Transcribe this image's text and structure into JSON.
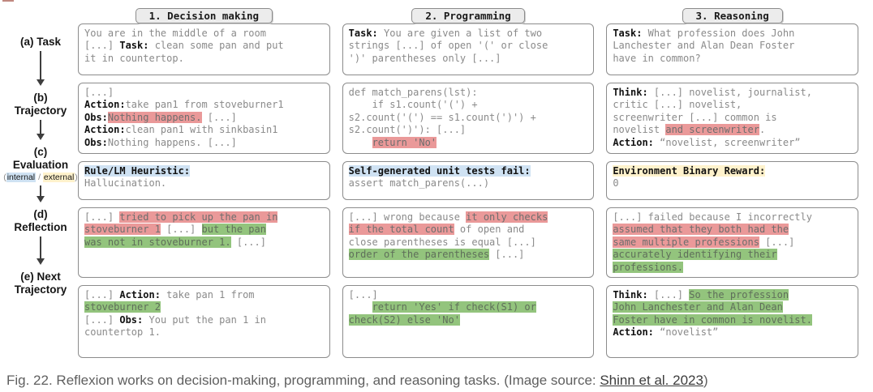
{
  "figure": {
    "row_labels": {
      "a": "(a) Task",
      "b1": "(b)",
      "b2": "Trajectory",
      "c1": "(c)",
      "c2": "Evaluation",
      "c_sub": [
        {
          "s": "plain",
          "t": "("
        },
        {
          "s": "blue",
          "t": "internal"
        },
        {
          "s": "plain",
          "t": " / "
        },
        {
          "s": "yellow",
          "t": "external"
        },
        {
          "s": "plain",
          "t": ")"
        }
      ],
      "d1": "(d)",
      "d2": "Reflection",
      "e1": "(e) Next",
      "e2": "Trajectory"
    },
    "columns": [
      {
        "header": "1. Decision making",
        "task": [
          {
            "s": "plain",
            "t": "You are in the middle of a room\n[...] "
          },
          {
            "s": "bold",
            "t": "Task:"
          },
          {
            "s": "plain",
            "t": " clean some pan and put\nit in countertop."
          }
        ],
        "trajectory": [
          {
            "s": "plain",
            "t": "[...]\n"
          },
          {
            "s": "bold",
            "t": "Action:"
          },
          {
            "s": "plain",
            "t": "take pan1 from stoveburner1\n"
          },
          {
            "s": "bold",
            "t": "Obs:"
          },
          {
            "s": "red",
            "t": "Nothing happens."
          },
          {
            "s": "plain",
            "t": " [...]\n"
          },
          {
            "s": "bold",
            "t": "Action:"
          },
          {
            "s": "plain",
            "t": "clean pan1 with sinkbasin1\n"
          },
          {
            "s": "bold",
            "t": "Obs:"
          },
          {
            "s": "plain",
            "t": "Nothing happens. [...]"
          }
        ],
        "evaluation": [
          {
            "s": "bold blue",
            "t": "Rule/LM Heuristic:"
          },
          {
            "s": "plain",
            "t": "\nHallucination."
          }
        ],
        "reflection": [
          {
            "s": "plain",
            "t": "[...] "
          },
          {
            "s": "red",
            "t": "tried to pick up the pan in\nstoveburner 1"
          },
          {
            "s": "plain",
            "t": " [...] "
          },
          {
            "s": "green",
            "t": "but the pan\nwas not in stoveburner 1."
          },
          {
            "s": "plain",
            "t": " [...]"
          }
        ],
        "next_trajectory": [
          {
            "s": "plain",
            "t": "[...] "
          },
          {
            "s": "bold",
            "t": "Action:"
          },
          {
            "s": "plain",
            "t": " take pan 1 from\n"
          },
          {
            "s": "green",
            "t": "stoveburner 2"
          },
          {
            "s": "plain",
            "t": "\n[...] "
          },
          {
            "s": "bold",
            "t": "Obs:"
          },
          {
            "s": "plain",
            "t": " You put the pan 1 in\ncountertop 1."
          }
        ]
      },
      {
        "header": "2. Programming",
        "task": [
          {
            "s": "bold",
            "t": "Task:"
          },
          {
            "s": "plain",
            "t": " You are given a list of two\nstrings [...] of open '(' or close\n')' parentheses only [...]"
          }
        ],
        "trajectory": [
          {
            "s": "plain",
            "t": "def match_parens(lst):\n    if s1.count('(') +\ns2.count('(') == s1.count(')') +\ns2.count(')'): [...]\n    "
          },
          {
            "s": "red",
            "t": "return 'No'"
          }
        ],
        "evaluation": [
          {
            "s": "bold blue",
            "t": "Self-generated unit tests fail:"
          },
          {
            "s": "plain",
            "t": "\nassert match_parens(...)"
          }
        ],
        "reflection": [
          {
            "s": "plain",
            "t": "[...] wrong because "
          },
          {
            "s": "red",
            "t": "it only checks\nif the total count"
          },
          {
            "s": "plain",
            "t": " of open and\nclose parentheses is equal [...]\n"
          },
          {
            "s": "green",
            "t": "order of the parentheses"
          },
          {
            "s": "plain",
            "t": " [...]"
          }
        ],
        "next_trajectory": [
          {
            "s": "plain",
            "t": "[...]\n    "
          },
          {
            "s": "green",
            "t": "return 'Yes' if check(S1) or\ncheck(S2) else 'No'"
          }
        ]
      },
      {
        "header": "3. Reasoning",
        "task": [
          {
            "s": "bold",
            "t": "Task:"
          },
          {
            "s": "plain",
            "t": " What profession does John\nLanchester and Alan Dean Foster\nhave in common?"
          }
        ],
        "trajectory": [
          {
            "s": "bold",
            "t": "Think:"
          },
          {
            "s": "plain",
            "t": " [...] novelist, journalist,\ncritic [...] novelist,\nscreenwriter [...] common is\nnovelist "
          },
          {
            "s": "red",
            "t": "and screenwriter"
          },
          {
            "s": "plain",
            "t": ".\n"
          },
          {
            "s": "bold",
            "t": "Action:"
          },
          {
            "s": "plain",
            "t": " “novelist, screenwriter”"
          }
        ],
        "evaluation": [
          {
            "s": "bold yellow",
            "t": "Environment Binary Reward:"
          },
          {
            "s": "plain",
            "t": "\n0"
          }
        ],
        "reflection": [
          {
            "s": "plain",
            "t": "[...] failed because I incorrectly\n"
          },
          {
            "s": "red",
            "t": "assumed that they both had the\nsame multiple professions"
          },
          {
            "s": "plain",
            "t": " [...]\n"
          },
          {
            "s": "green",
            "t": "accurately identifying their\nprofessions."
          }
        ],
        "next_trajectory": [
          {
            "s": "bold",
            "t": "Think:"
          },
          {
            "s": "plain",
            "t": " [...] "
          },
          {
            "s": "green",
            "t": "So the profession\nJohn Lanchester and Alan Dean\nFoster have in common is novelist."
          },
          {
            "s": "plain",
            "t": "\n"
          },
          {
            "s": "bold",
            "t": "Action:"
          },
          {
            "s": "plain",
            "t": " “novelist”"
          }
        ]
      }
    ]
  },
  "caption": {
    "before_link": "Fig. 22. Reflexion works on decision-making, programming, and reasoning tasks. (Image source: ",
    "link": "Shinn et al. 2023",
    "after_link": ")"
  },
  "colors": {
    "highlight_red": "#ea9999",
    "highlight_green": "#93c47d",
    "highlight_blue": "#cfe2f3",
    "highlight_yellow": "#fff2cc"
  }
}
